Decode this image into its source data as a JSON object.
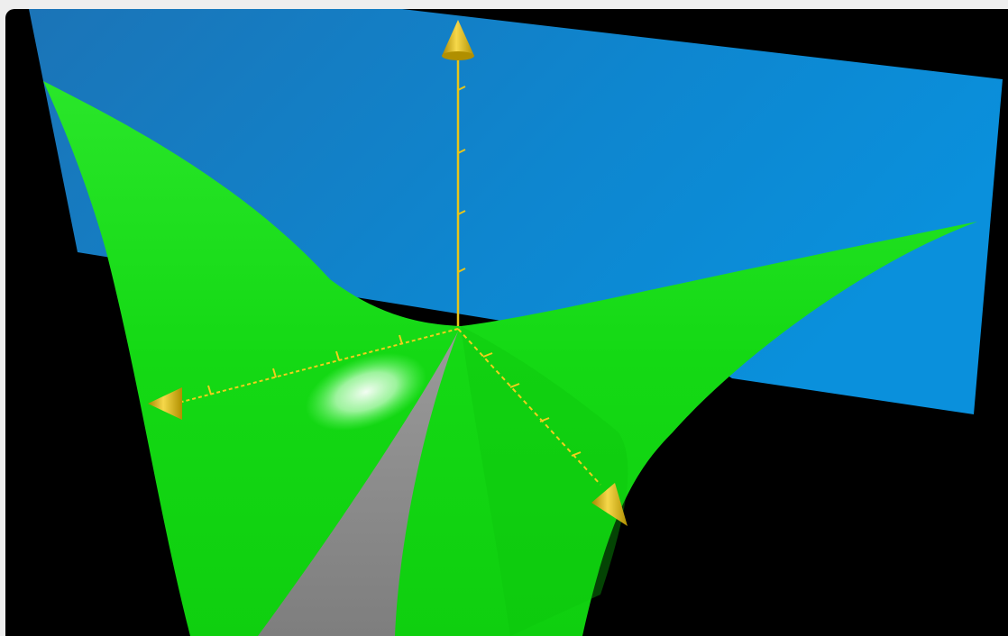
{
  "scene": {
    "background_color": "#000000",
    "frame_color": "#eeeeee",
    "surfaces": [
      {
        "name": "blue-plane",
        "color": "#0f86cc"
      },
      {
        "name": "green-saddle-surface",
        "color": "#16e016"
      },
      {
        "name": "gray-surface",
        "color": "#8a8a8a"
      }
    ],
    "axes": {
      "color": "#e6c316",
      "arrowhead_color": "#e3b90e",
      "icons": [
        "z-axis-arrow-icon",
        "x-axis-arrow-icon",
        "y-axis-arrow-icon"
      ]
    },
    "highlight_color": "#e8ffe8"
  }
}
